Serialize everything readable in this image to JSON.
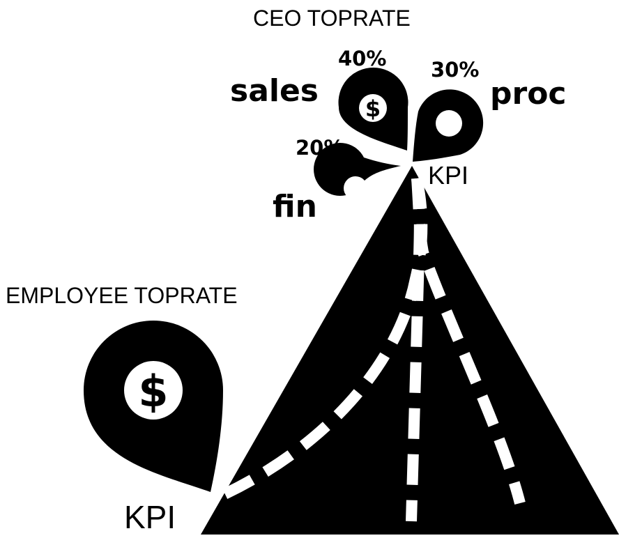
{
  "ceo": {
    "title": "CEO TOPRATE",
    "kpi_label": "KPI",
    "segments": [
      {
        "name": "sales",
        "percent": "40%",
        "icon": "dollar-pin-icon"
      },
      {
        "name": "proc",
        "percent": "30%",
        "icon": "ring-pin-icon"
      },
      {
        "name": "fin",
        "percent": "20%",
        "icon": "ring-pin-icon"
      }
    ]
  },
  "employee": {
    "title": "EMPLOYEE TOPRATE",
    "kpi_label": "KPI",
    "icon": "dollar-pin-icon"
  },
  "colors": {
    "foreground": "#000000",
    "background": "#ffffff"
  }
}
